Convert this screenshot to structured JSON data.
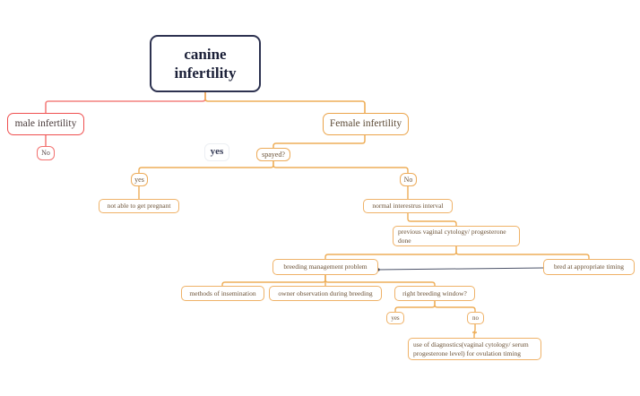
{
  "diagram": {
    "title": "canine infertility",
    "type": "mind-map",
    "colors": {
      "root_border": "#2d3250",
      "root_text": "#1b2038",
      "male_branch": "#ef4f4f",
      "female_branch": "#eba44a",
      "cross_link": "#4b5268",
      "background": "#ffffff"
    },
    "nodes": {
      "root": "canine\ninfertility",
      "male_infertility": "male infertility",
      "male_no": "No",
      "female_infertility": "Female infertility",
      "yes_floating": "yes",
      "spayed": "spayed?",
      "spayed_yes": "yes",
      "spayed_no": "No",
      "not_pregnant": "not able to get pregnant",
      "normal_interestrus": "normal interestrus interval",
      "previous_cytology": "previous vaginal cytology/ progesterone done",
      "breeding_problem": "breeding management problem",
      "bred_timing": "bred at appropriate timing",
      "methods_insemination": "methods of insemination",
      "owner_observation": "owner observation during breeding",
      "right_window": "right breeding window?",
      "window_yes": "yes",
      "window_no": "no",
      "use_diagnostics": "use of diagnostics(vaginal cytology/ serum progesterone level) for ovulation timing"
    }
  }
}
